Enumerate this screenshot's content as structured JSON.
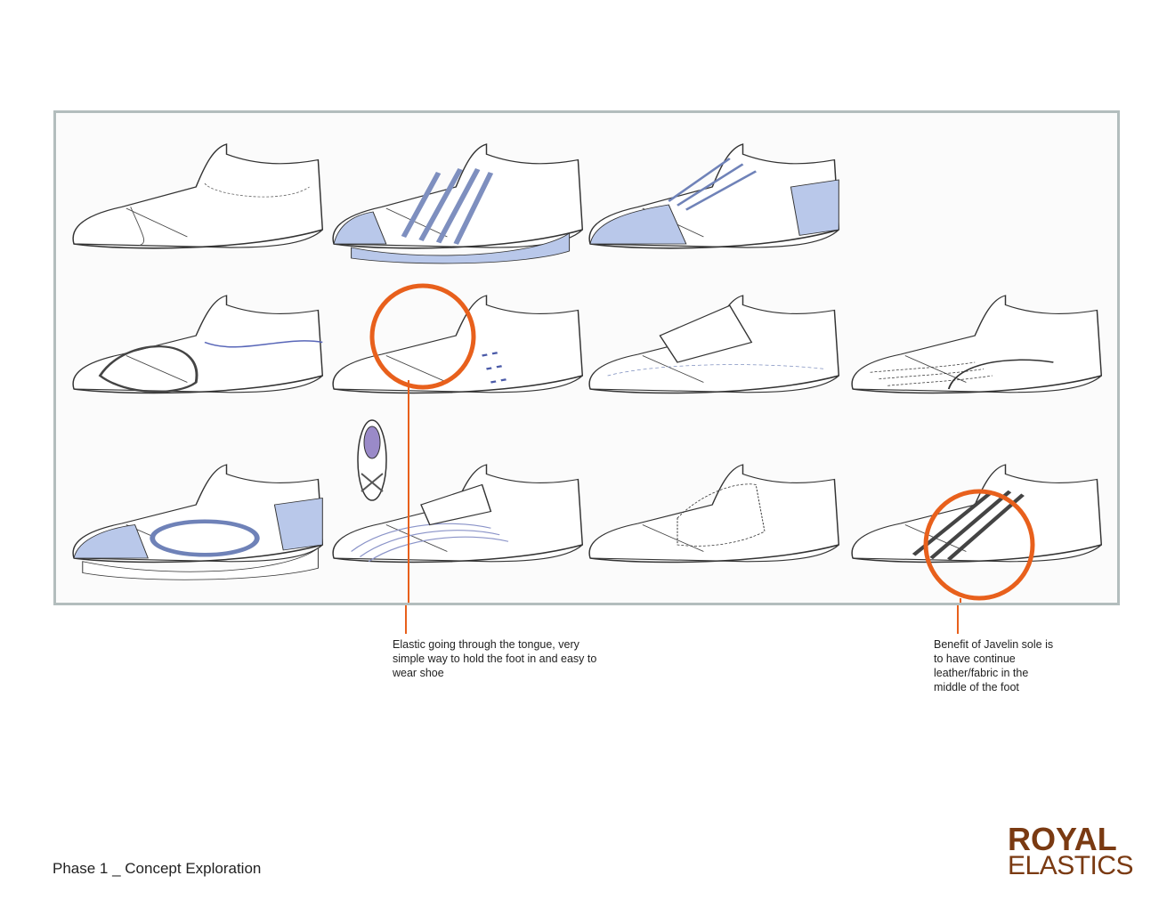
{
  "annotations": [
    {
      "text": "Elastic going through the tongue, very simple way to hold the foot in and easy to wear shoe"
    },
    {
      "text": "Benefit of Javelin sole is to have continue leather/fabric in the middle of the foot"
    }
  ],
  "footer": {
    "title": "Phase 1 _ Concept Exploration"
  },
  "logo": {
    "line1": "ROYAL",
    "line2": "ELASTICS"
  },
  "colors": {
    "highlight": "#e8601c",
    "frame": "#b3bdbd",
    "ink": "#222222",
    "tint": "#a9bde6",
    "brand": "#7a3a12"
  }
}
